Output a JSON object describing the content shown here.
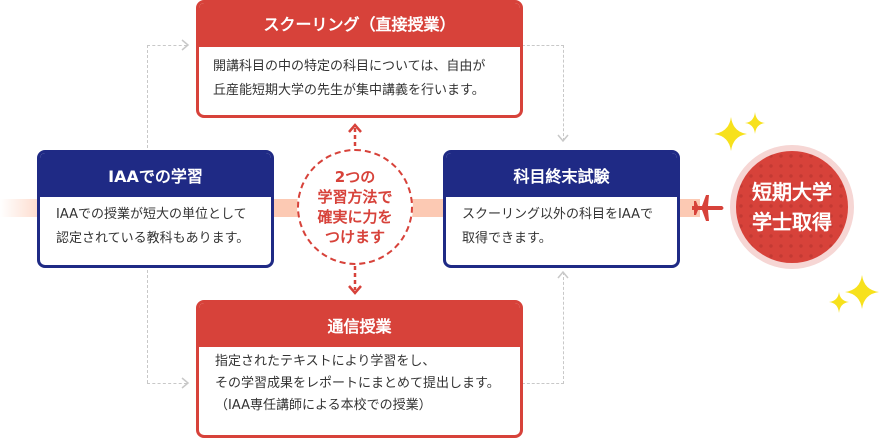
{
  "schooling": {
    "title": "スクーリング（直接授業）",
    "body": [
      "開講科目の中の特定の科目については、自由が",
      "丘産能短期大学の先生が集中講義を行います。"
    ]
  },
  "iaa": {
    "title": "IAAでの学習",
    "body": [
      "IAAでの授業が短大の単位として",
      "認定されている教科もあります。"
    ]
  },
  "center": {
    "lines": [
      "2つの",
      "学習方法で",
      "確実に力を",
      "つけます"
    ]
  },
  "exam": {
    "title": "科目終末試験",
    "body": [
      "スクーリング以外の科目をIAAで",
      "取得できます。"
    ]
  },
  "correspondence": {
    "title": "通信授業",
    "body": [
      "指定されたテキストにより学習をし、",
      "その学習成果をレポートにまとめて提出します。",
      "（IAA専任講師による本校での授業）"
    ]
  },
  "goal": {
    "lines": [
      "短期大学",
      "学士取得"
    ]
  },
  "colors": {
    "red": "#d7423a",
    "navy": "#1f2a85",
    "band": "#fcc9b3",
    "star": "#f7e11c"
  },
  "icons": [
    "airplane-icon",
    "sparkle-icon"
  ]
}
